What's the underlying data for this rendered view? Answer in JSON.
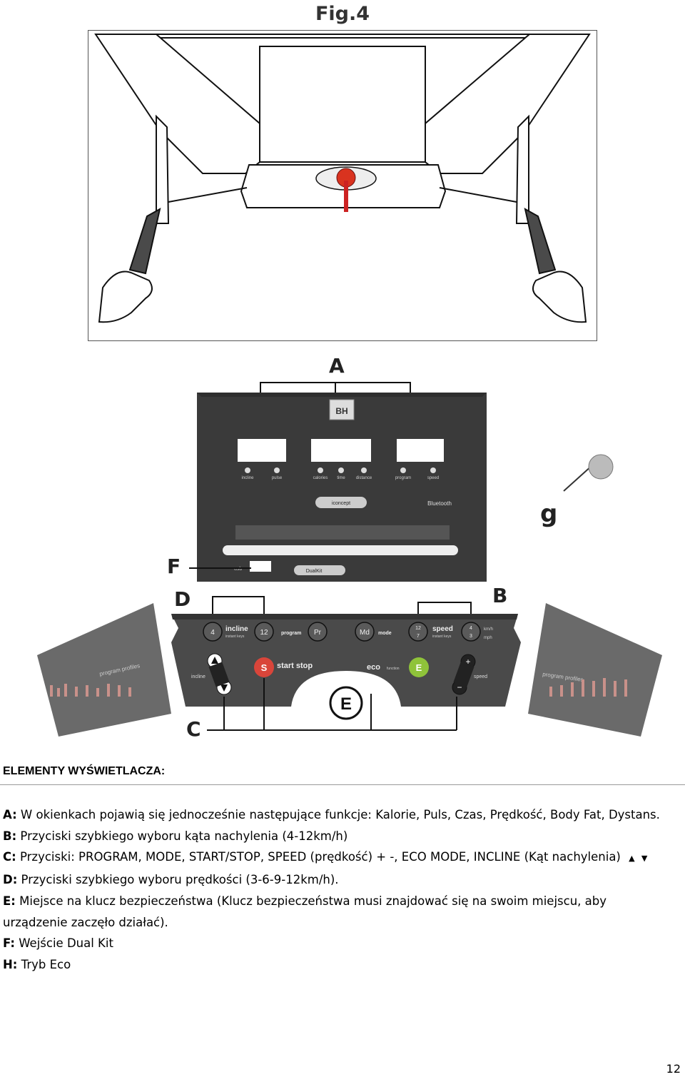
{
  "figure": {
    "title": "Fig.4",
    "labels": {
      "a": "A",
      "b": "B",
      "c": "C",
      "d": "D",
      "e": "E",
      "f": "F",
      "g": "g"
    }
  },
  "console": {
    "brand": "BH",
    "indicators": [
      "incline",
      "pulse",
      "calories",
      "time",
      "distance",
      "program",
      "speed"
    ],
    "concept_badge": "iconcept",
    "bluetooth": "Bluetooth",
    "usb": "usb",
    "dualkit": "DualKit",
    "buttons": {
      "incline_4": "4",
      "incline_12": "12",
      "incline_label": "incline",
      "incline_sub": "instant keys",
      "program_label": "program",
      "pr": "Pr",
      "md": "Md",
      "mode_label": "mode",
      "speed_12": "12",
      "speed_7": "7",
      "speed_4": "4",
      "speed_3": "3",
      "speed_label": "speed",
      "speed_sub": "instant keys",
      "kmh": "km/h",
      "mph": "mph",
      "s": "S",
      "start_stop": "start stop",
      "eco": "eco",
      "eco_sub": "function",
      "e": "E",
      "incline_side": "incline",
      "speed_side": "speed",
      "plus": "+",
      "minus": "−",
      "key_e": "E",
      "program_profiles": "program profiles"
    }
  },
  "section": {
    "heading": "ELEMENTY WYŚWIETLACZA:"
  },
  "items": [
    {
      "key": "A:",
      "text": " W okienkach pojawią się jednocześnie następujące funkcje: Kalorie, Puls, Czas, Prędkość, Body Fat, Dystans."
    },
    {
      "key": "B:",
      "text": " Przyciski szybkiego wyboru kąta nachylenia (4-12km/h)"
    },
    {
      "key": "C:",
      "text": " Przyciski: PROGRAM, MODE, START/STOP, SPEED (prędkość) + -, ECO MODE, INCLINE (Kąt nachylenia)"
    },
    {
      "key": "D:",
      "text": " Przyciski szybkiego wyboru prędkości (3-6-9-12km/h)."
    },
    {
      "key": "E:",
      "text": " Miejsce na klucz bezpieczeństwa (Klucz bezpieczeństwa musi znajdować się na swoim miejscu, aby"
    },
    {
      "key": "",
      "text": "urządzenie zaczęło działać)."
    },
    {
      "key": "F:",
      "text": " Wejście Dual Kit"
    },
    {
      "key": "H:",
      "text": " Tryb Eco"
    }
  ],
  "page_number": "12"
}
